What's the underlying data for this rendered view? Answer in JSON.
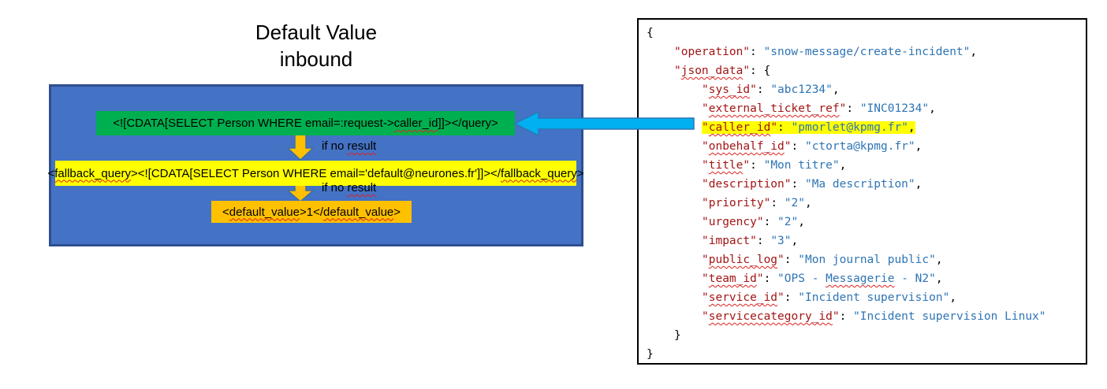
{
  "colors": {
    "box_blue": "#4472C4",
    "box_blue_border": "#2F4F8F",
    "green": "#00B050",
    "yellow": "#FFFF00",
    "orange": "#FFC000",
    "arrow_gold": "#FFC000",
    "arrow_gold_border": "#41719C",
    "arrow_cyan": "#00B0F0",
    "arrow_cyan_border": "#2E75B6",
    "key_color": "#A31515",
    "string_color": "#2E74B5",
    "squiggle": "#E02020",
    "highlight": "#FFFF00"
  },
  "title": {
    "line1": "Default Value",
    "line2": "inbound"
  },
  "diagram": {
    "query_bar": {
      "segs": [
        {
          "text": "<![CDATA[SELECT Person WHERE email=:request->"
        },
        {
          "text": "caller_id",
          "sq": true
        },
        {
          "text": "]]></query>"
        }
      ]
    },
    "fallback_bar": {
      "segs": [
        {
          "text": "<"
        },
        {
          "text": "fallback_query",
          "sq": true
        },
        {
          "text": "><![CDATA[SELECT Person WHERE email='default@neurones.fr']]></"
        },
        {
          "text": "fallback_query",
          "sq": true
        },
        {
          "text": ">"
        }
      ]
    },
    "default_bar": {
      "segs": [
        {
          "text": "<"
        },
        {
          "text": "default_value",
          "sq": true
        },
        {
          "text": ">1</"
        },
        {
          "text": "default_value",
          "sq": true
        },
        {
          "text": ">"
        }
      ]
    },
    "arrow1_label": {
      "segs": [
        {
          "text": "if no "
        },
        {
          "text": "result",
          "sq": true
        }
      ]
    },
    "arrow2_label": {
      "segs": [
        {
          "text": "if no "
        },
        {
          "text": "result",
          "sq": true
        }
      ]
    }
  },
  "code_panel": {
    "lines": [
      {
        "indent": 0,
        "segs": [
          {
            "text": "{",
            "cls": "punc"
          }
        ]
      },
      {
        "indent": 1,
        "segs": [
          {
            "text": "\"operation\"",
            "cls": "key"
          },
          {
            "text": ": ",
            "cls": "punc"
          },
          {
            "text": "\"snow-message/create-incident\"",
            "cls": "str"
          },
          {
            "text": ",",
            "cls": "punc"
          }
        ]
      },
      {
        "indent": 1,
        "segs": [
          {
            "text": "\"",
            "cls": "key"
          },
          {
            "text": "json_data",
            "cls": "key",
            "sq": true
          },
          {
            "text": "\"",
            "cls": "key"
          },
          {
            "text": ": {",
            "cls": "punc"
          }
        ]
      },
      {
        "indent": 2,
        "segs": [
          {
            "text": "\"",
            "cls": "key"
          },
          {
            "text": "sys_id",
            "cls": "key",
            "sq": true
          },
          {
            "text": "\"",
            "cls": "key"
          },
          {
            "text": ": ",
            "cls": "punc"
          },
          {
            "text": "\"abc1234\"",
            "cls": "str"
          },
          {
            "text": ",",
            "cls": "punc"
          }
        ]
      },
      {
        "indent": 2,
        "segs": [
          {
            "text": "\"",
            "cls": "key"
          },
          {
            "text": "external_ticket_ref",
            "cls": "key",
            "sq": true
          },
          {
            "text": "\"",
            "cls": "key"
          },
          {
            "text": ": ",
            "cls": "punc"
          },
          {
            "text": "\"INC01234\"",
            "cls": "str"
          },
          {
            "text": ",",
            "cls": "punc"
          }
        ]
      },
      {
        "indent": 2,
        "highlight": true,
        "segs": [
          {
            "text": "\"",
            "cls": "key"
          },
          {
            "text": "caller_id",
            "cls": "key",
            "sq": true
          },
          {
            "text": "\"",
            "cls": "key"
          },
          {
            "text": ": ",
            "cls": "punc"
          },
          {
            "text": "\"pmorlet@kpmg.fr\"",
            "cls": "str"
          },
          {
            "text": ",",
            "cls": "punc"
          }
        ]
      },
      {
        "indent": 2,
        "segs": [
          {
            "text": "\"",
            "cls": "key"
          },
          {
            "text": "onbehalf_id",
            "cls": "key",
            "sq": true
          },
          {
            "text": "\"",
            "cls": "key"
          },
          {
            "text": ": ",
            "cls": "punc"
          },
          {
            "text": "\"ctorta@kpmg.fr\"",
            "cls": "str"
          },
          {
            "text": ",",
            "cls": "punc"
          }
        ]
      },
      {
        "indent": 2,
        "segs": [
          {
            "text": "\"",
            "cls": "key"
          },
          {
            "text": "title",
            "cls": "key",
            "sq": true
          },
          {
            "text": "\"",
            "cls": "key"
          },
          {
            "text": ": ",
            "cls": "punc"
          },
          {
            "text": "\"Mon titre\"",
            "cls": "str"
          },
          {
            "text": ",",
            "cls": "punc"
          }
        ]
      },
      {
        "indent": 2,
        "segs": [
          {
            "text": "\"description\"",
            "cls": "key"
          },
          {
            "text": ": ",
            "cls": "punc"
          },
          {
            "text": "\"Ma description\"",
            "cls": "str"
          },
          {
            "text": ",",
            "cls": "punc"
          }
        ]
      },
      {
        "indent": 2,
        "segs": [
          {
            "text": "\"priority\"",
            "cls": "key"
          },
          {
            "text": ": ",
            "cls": "punc"
          },
          {
            "text": "\"2\"",
            "cls": "str"
          },
          {
            "text": ",",
            "cls": "punc"
          }
        ]
      },
      {
        "indent": 2,
        "segs": [
          {
            "text": "\"urgency\"",
            "cls": "key"
          },
          {
            "text": ": ",
            "cls": "punc"
          },
          {
            "text": "\"2\"",
            "cls": "str"
          },
          {
            "text": ",",
            "cls": "punc"
          }
        ]
      },
      {
        "indent": 2,
        "segs": [
          {
            "text": "\"impact\"",
            "cls": "key"
          },
          {
            "text": ": ",
            "cls": "punc"
          },
          {
            "text": "\"3\"",
            "cls": "str"
          },
          {
            "text": ",",
            "cls": "punc"
          }
        ]
      },
      {
        "indent": 2,
        "segs": [
          {
            "text": "\"",
            "cls": "key"
          },
          {
            "text": "public_log",
            "cls": "key",
            "sq": true
          },
          {
            "text": "\"",
            "cls": "key"
          },
          {
            "text": ": ",
            "cls": "punc"
          },
          {
            "text": "\"Mon journal public\"",
            "cls": "str"
          },
          {
            "text": ",",
            "cls": "punc"
          }
        ]
      },
      {
        "indent": 2,
        "segs": [
          {
            "text": "\"",
            "cls": "key"
          },
          {
            "text": "team_id",
            "cls": "key",
            "sq": true
          },
          {
            "text": "\"",
            "cls": "key"
          },
          {
            "text": ": ",
            "cls": "punc"
          },
          {
            "text": "\"OPS - ",
            "cls": "str"
          },
          {
            "text": "Messagerie",
            "cls": "str",
            "sq": true
          },
          {
            "text": " - N2\"",
            "cls": "str"
          },
          {
            "text": ",",
            "cls": "punc"
          }
        ]
      },
      {
        "indent": 2,
        "segs": [
          {
            "text": "\"",
            "cls": "key"
          },
          {
            "text": "service_id",
            "cls": "key",
            "sq": true
          },
          {
            "text": "\"",
            "cls": "key"
          },
          {
            "text": ": ",
            "cls": "punc"
          },
          {
            "text": "\"Incident supervision\"",
            "cls": "str"
          },
          {
            "text": ",",
            "cls": "punc"
          }
        ]
      },
      {
        "indent": 2,
        "segs": [
          {
            "text": "\"",
            "cls": "key"
          },
          {
            "text": "servicecategory_id",
            "cls": "key",
            "sq": true
          },
          {
            "text": "\"",
            "cls": "key"
          },
          {
            "text": ": ",
            "cls": "punc"
          },
          {
            "text": "\"Incident supervision Linux\"",
            "cls": "str"
          }
        ]
      },
      {
        "indent": 1,
        "segs": [
          {
            "text": "}",
            "cls": "punc"
          }
        ]
      },
      {
        "indent": 0,
        "segs": [
          {
            "text": "}",
            "cls": "punc"
          }
        ]
      }
    ]
  }
}
